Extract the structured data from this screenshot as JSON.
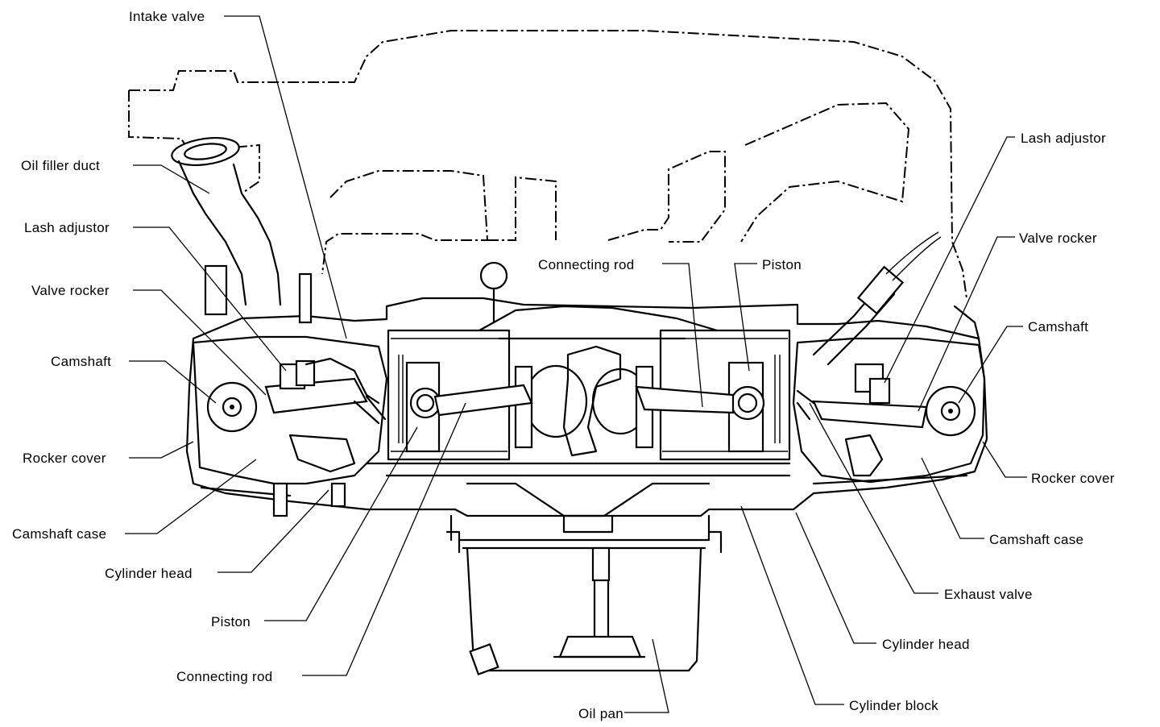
{
  "labels": {
    "intake_valve": "Intake valve",
    "oil_filler_duct": "Oil filler duct",
    "lash_adjustor_left": "Lash adjustor",
    "valve_rocker_left": "Valve rocker",
    "camshaft_left": "Camshaft",
    "rocker_cover_left": "Rocker cover",
    "camshaft_case_left": "Camshaft case",
    "cylinder_head_left": "Cylinder head",
    "piston_left": "Piston",
    "connecting_rod_left": "Connecting rod",
    "oil_pan": "Oil pan",
    "connecting_rod_top": "Connecting rod",
    "piston_top": "Piston",
    "lash_adjustor_right": "Lash adjustor",
    "valve_rocker_right": "Valve rocker",
    "camshaft_right": "Camshaft",
    "rocker_cover_right": "Rocker cover",
    "camshaft_case_right": "Camshaft case",
    "exhaust_valve": "Exhaust valve",
    "cylinder_head_right": "Cylinder head",
    "cylinder_block": "Cylinder block"
  }
}
